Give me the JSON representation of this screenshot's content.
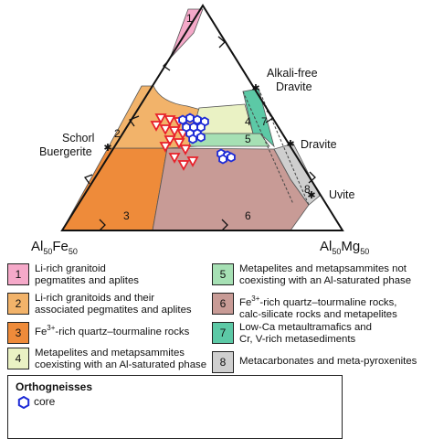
{
  "diagram": {
    "vertex_bottom_left": "Al",
    "vertex_bottom_left_sub1": "50",
    "vertex_bottom_left_mid": "Fe",
    "vertex_bottom_left_sub2": "50",
    "vertex_bottom_right": "Al",
    "vertex_bottom_right_sub1": "50",
    "vertex_bottom_right_mid": "Mg",
    "vertex_bottom_right_sub2": "50",
    "field_numbers": [
      "1",
      "2",
      "3",
      "4",
      "5",
      "6",
      "7",
      "8"
    ],
    "end_members": {
      "alkali_free_line1": "Alkali-free",
      "alkali_free_line2": "Dravite",
      "schorl": "Schorl",
      "buergerite": "Buergerite",
      "dravite": "Dravite",
      "uvite": "Uvite"
    }
  },
  "legend": [
    {
      "num": "1",
      "color": "#f5a9c9",
      "lines": [
        "Li-rich granitoid",
        "pegmatites and aplites"
      ]
    },
    {
      "num": "2",
      "color": "#f2b36a",
      "lines": [
        "Li-rich granitoids and their",
        "associated pegmatites and aplites"
      ]
    },
    {
      "num": "3",
      "color": "#ee8b3a",
      "lines": [
        "Fe",
        "3+",
        "-rich quartz–tourmaline rocks"
      ]
    },
    {
      "num": "4",
      "color": "#eaf2c4",
      "lines": [
        "Metapelites and metapsammites",
        "coexisting with an Al-saturated phase"
      ]
    },
    {
      "num": "5",
      "color": "#a6e0b4",
      "lines": [
        "Metapelites and metapsammites not",
        "coexisting with an Al-saturated phase"
      ]
    },
    {
      "num": "6",
      "color": "#c89b96",
      "lines": [
        "Fe",
        "3+",
        "-rich quartz–tourmaline rocks,",
        "calc-silicate rocks and metapelites"
      ]
    },
    {
      "num": "7",
      "color": "#5cc9a6",
      "lines": [
        "Low-Ca metaultramafics and",
        "Cr, V-rich metasediments"
      ]
    },
    {
      "num": "8",
      "color": "#cfcfcf",
      "lines": [
        "Metacarbonates and meta-pyroxenites"
      ]
    }
  ],
  "orthogneisses": {
    "title": "Orthogneisses",
    "marker_label": "core"
  },
  "colors": {
    "field1": "#f5a9c9",
    "field2": "#f2b36a",
    "field3": "#ee8b3a",
    "field4": "#eaf2c4",
    "field5": "#a6e0b4",
    "field6": "#c89b96",
    "field7": "#5cc9a6",
    "field8": "#cfcfcf",
    "core_marker": "#1e2bd6",
    "red_marker": "#e8202a",
    "star": "#777777"
  },
  "icons": {
    "core_marker": "blue-hexagon-icon",
    "red_marker": "red-triangle-icon",
    "end_member_marker": "grey-star-icon"
  }
}
